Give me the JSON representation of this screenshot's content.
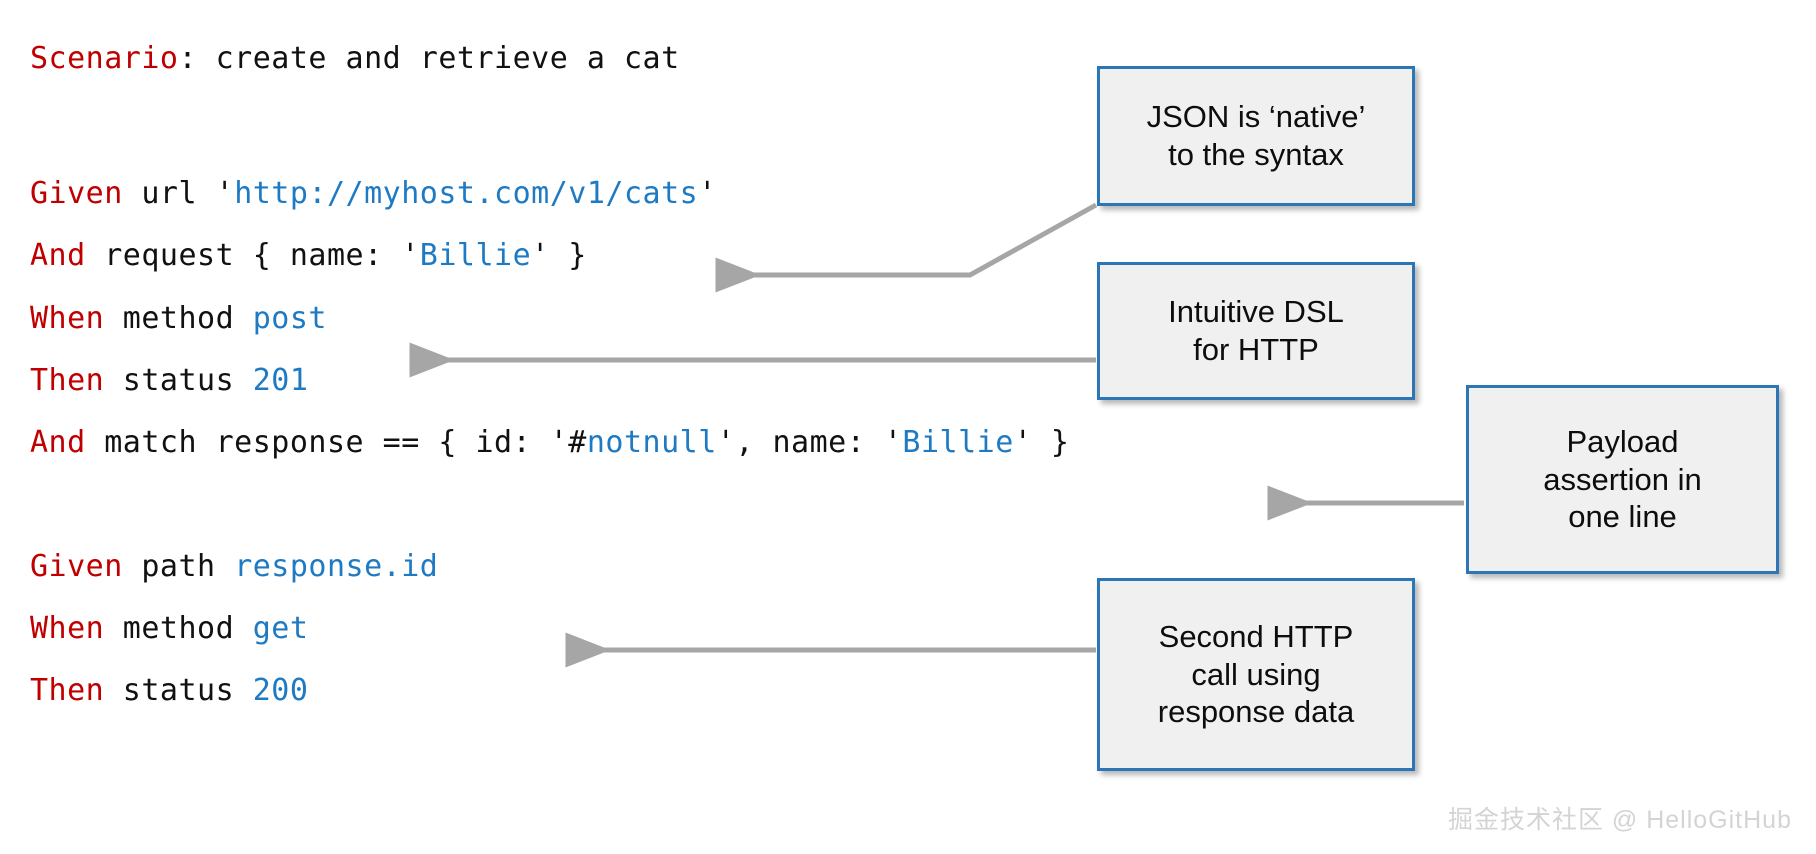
{
  "code": {
    "scenario": {
      "keyword": "Scenario",
      "colon": ": ",
      "text": "create and retrieve a cat"
    },
    "lines": {
      "given_url": {
        "keyword": "Given",
        "subject": " url ",
        "quote_open": "'",
        "value": "http://myhost.com/v1/cats",
        "quote_close": "'"
      },
      "and_request": {
        "keyword": "And",
        "subject": " request { name: ",
        "quote_open": "'",
        "value": "Billie",
        "quote_close": "'",
        "tail": " }"
      },
      "when_post": {
        "keyword": "When",
        "subject": " method ",
        "value": "post"
      },
      "then_201": {
        "keyword": "Then",
        "subject": " status ",
        "value": "201"
      },
      "and_match": {
        "keyword": "And",
        "subject": " match response == { id: ",
        "quote_open": "'",
        "hash": "#",
        "value": "notnull",
        "quote_close": "'",
        "middle": ", name: ",
        "quote_open2": "'",
        "value2": "Billie",
        "quote_close2": "'",
        "tail": " }"
      },
      "given_path": {
        "keyword": "Given",
        "subject": " path ",
        "value": "response.id"
      },
      "when_get": {
        "keyword": "When",
        "subject": " method ",
        "value": "get"
      },
      "then_200": {
        "keyword": "Then",
        "subject": " status ",
        "value": "200"
      }
    }
  },
  "callouts": {
    "json_native": "JSON is ‘native’\nto the syntax",
    "intuitive_dsl": "Intuitive DSL\nfor HTTP",
    "payload_assertion": "Payload\nassertion in\none line",
    "second_http": "Second HTTP\ncall using\nresponse data"
  },
  "watermark": "掘金技术社区 @ HelloGitHub",
  "colors": {
    "keyword_red": "#C00000",
    "value_blue": "#1F7AC4",
    "callout_border": "#2E75B6",
    "callout_fill": "#F0F0F0",
    "arrow_gray": "#A6A6A6",
    "watermark_gray": "#D4D4D4"
  }
}
